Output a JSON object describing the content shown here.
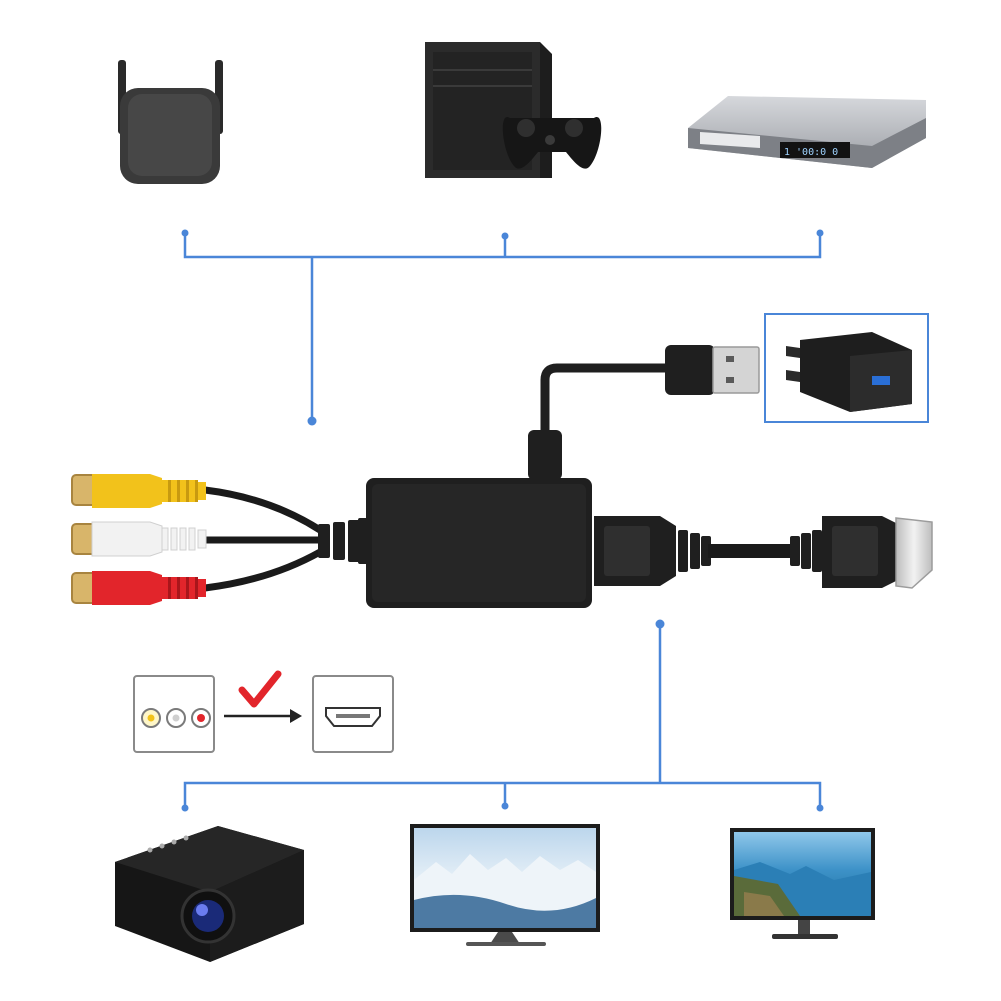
{
  "colors": {
    "connector_line": "#4a86d8",
    "device_dark": "#1f1f1f",
    "rca_yellow": "#f2c21b",
    "rca_white": "#f2f2f2",
    "rca_red": "#e2252b",
    "gold": "#d8b56a",
    "check_red": "#e2252b"
  },
  "inputs": {
    "devices": [
      {
        "id": "wifi-extender",
        "icon": "wifi-extender-icon"
      },
      {
        "id": "game-console",
        "icon": "pc-tower-gamepad-icon"
      },
      {
        "id": "dvd-player",
        "icon": "dvd-player-icon",
        "display_text": "1 '00:0 0"
      }
    ]
  },
  "adapter": {
    "icon": "av-to-hdmi-converter-icon",
    "usb_power": {
      "icon": "usb-a-plug-icon"
    },
    "power_adapter": {
      "icon": "usb-wall-charger-icon"
    },
    "rca_plugs": [
      "yellow",
      "white",
      "red"
    ],
    "hdmi_cable": {
      "icon": "hdmi-cable-icon"
    }
  },
  "conversion_legend": {
    "from_icon": "rca-three-ports-icon",
    "arrow_icon": "right-arrow-icon",
    "check_icon": "checkmark-icon",
    "to_icon": "hdmi-port-icon"
  },
  "outputs": {
    "devices": [
      {
        "id": "projector",
        "icon": "projector-icon"
      },
      {
        "id": "monitor-snow",
        "icon": "monitor-icon"
      },
      {
        "id": "monitor-sea",
        "icon": "monitor-icon"
      }
    ]
  }
}
